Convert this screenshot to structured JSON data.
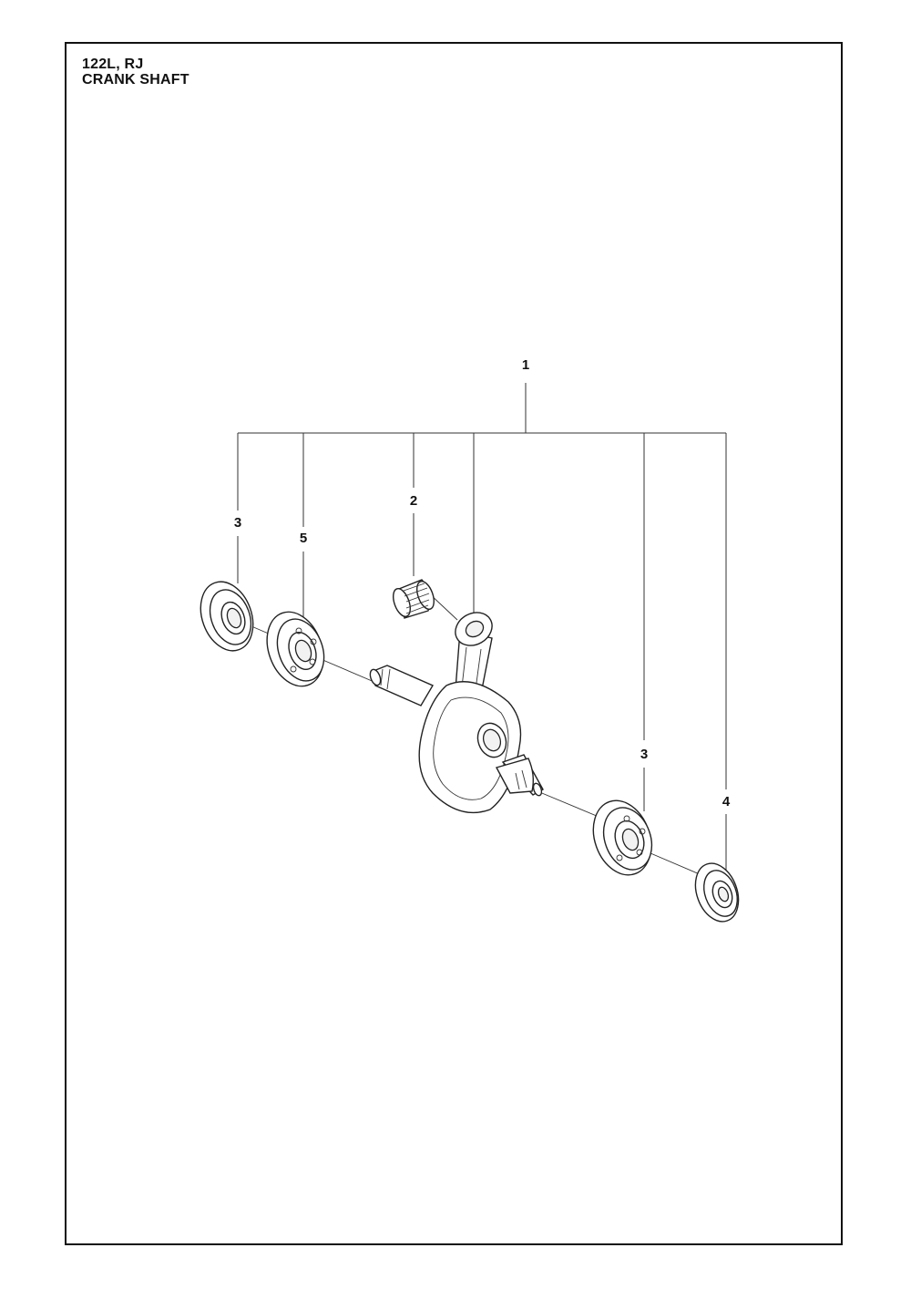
{
  "header": {
    "model": "122L, RJ",
    "title": "CRANK SHAFT"
  },
  "callouts": [
    {
      "id": "c1",
      "label": "1",
      "part": "crankshaft-assembly"
    },
    {
      "id": "c2",
      "label": "2",
      "part": "needle-bearing"
    },
    {
      "id": "c3a",
      "label": "3",
      "part": "left-seal"
    },
    {
      "id": "c5",
      "label": "5",
      "part": "left-ball-bearing"
    },
    {
      "id": "c3b",
      "label": "3",
      "part": "right-ball-bearing"
    },
    {
      "id": "c4",
      "label": "4",
      "part": "right-seal"
    }
  ]
}
